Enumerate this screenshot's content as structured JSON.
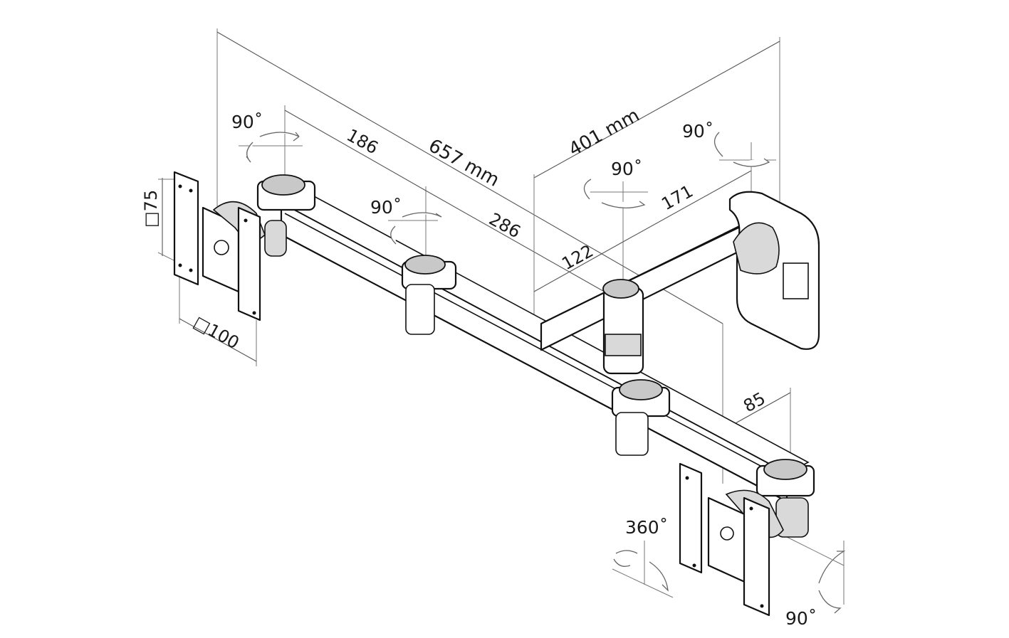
{
  "dimensions": {
    "overall_length": "657 mm",
    "depth": "401 mm",
    "segment_186": "186",
    "segment_286": "286",
    "segment_122": "122",
    "segment_171": "171",
    "segment_85": "85",
    "vesa_75": "□75",
    "vesa_100": "□100"
  },
  "rotations": {
    "tilt_left": "90˚",
    "tilt_mid": "90˚",
    "tilt_center": "90˚",
    "tilt_right": "90˚",
    "swivel_360": "360˚",
    "tilt_bottom": "90˚"
  },
  "colors": {
    "line": "#111111",
    "dimension": "#555555",
    "shade": "#d9d9d9",
    "background": "#ffffff"
  }
}
